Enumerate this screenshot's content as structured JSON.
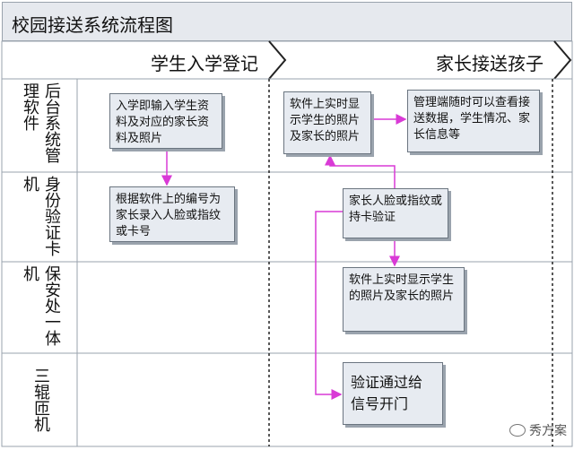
{
  "title": "校园接送系统流程图",
  "phases": [
    "学生入学登记",
    "家长接送孩子"
  ],
  "lanes": [
    "后台系统管理软件",
    "身份验证卡机",
    "保安处一体机",
    "三辊匝机"
  ],
  "steps": {
    "enroll_input": "入学即输入学生资料及对应的家长资料及照片",
    "register_face": "根据软件上的编号为家长录入人脸或指纹或卡号",
    "realtime_backend": "软件上实时显示学生的照片及家长的照片",
    "admin_view": "管理端随时可以查看接送数据，学生情况、家长信息等",
    "parent_verify": "家长人脸或指纹或持卡验证",
    "realtime_guard": "软件上实时显示学生的照片及家长的照片",
    "gate_open": "验证通过给信号开门"
  },
  "watermark": "秀方案",
  "colors": {
    "arrow": "#d93ad6",
    "box_fill": "#e7ebf1",
    "grid": "#9aa3ad"
  }
}
